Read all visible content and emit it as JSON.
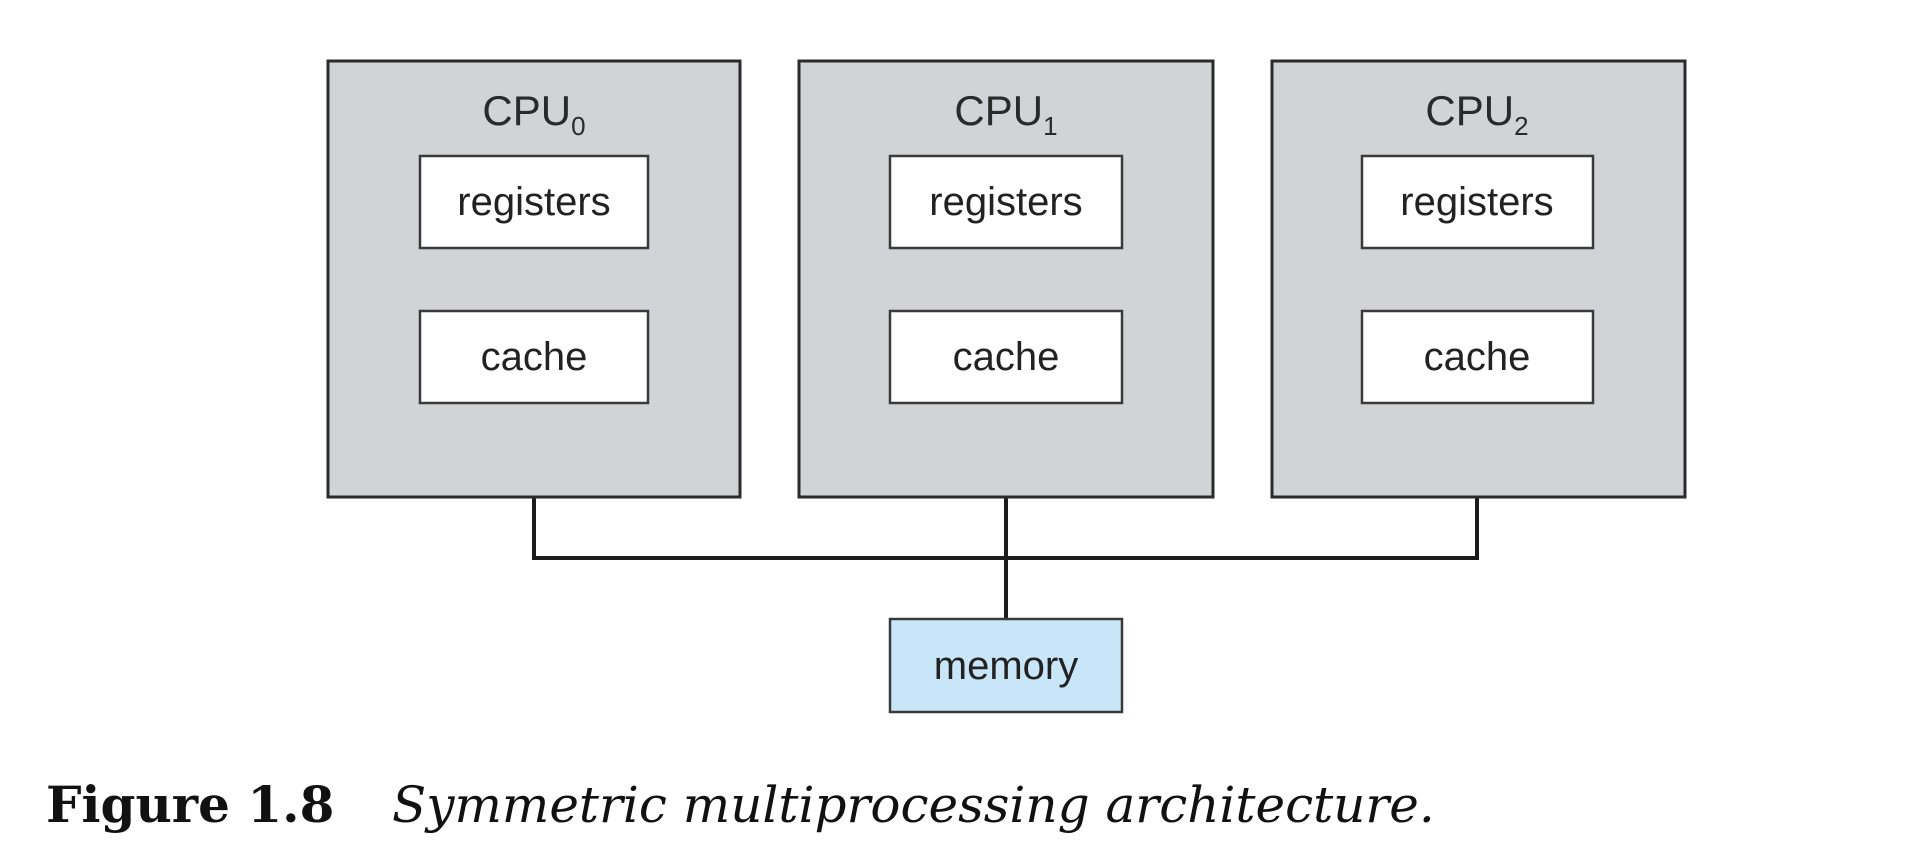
{
  "figure": {
    "cpus": [
      {
        "name": "CPU",
        "subscript": "0",
        "registers_label": "registers",
        "cache_label": "cache"
      },
      {
        "name": "CPU",
        "subscript": "1",
        "registers_label": "registers",
        "cache_label": "cache"
      },
      {
        "name": "CPU",
        "subscript": "2",
        "registers_label": "registers",
        "cache_label": "cache"
      }
    ],
    "memory_label": "memory",
    "colors": {
      "cpu_fill": "#d2d3d7",
      "memory_fill": "#c8e6f7",
      "component_fill": "#ffffff"
    }
  },
  "caption": {
    "number": "Figure 1.8",
    "text": "Symmetric multiprocessing architecture."
  }
}
